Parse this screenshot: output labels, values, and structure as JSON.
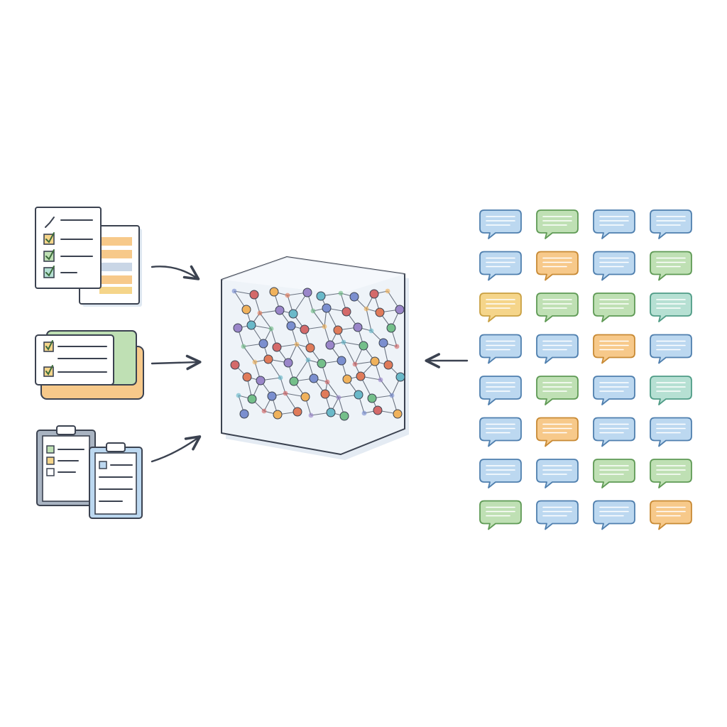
{
  "colors": {
    "ink": "#3b4250",
    "blue_fill": "#bcd8f0",
    "blue_stroke": "#4f7fae",
    "green_fill": "#bfe0b4",
    "green_stroke": "#5f9a55",
    "orange_fill": "#f7c98a",
    "orange_stroke": "#c88a35",
    "yellow_fill": "#f5d58a",
    "yellow_stroke": "#c9a042",
    "teal_fill": "#b6e0d3",
    "teal_stroke": "#4f9c86",
    "paper": "#ffffff",
    "cube_fill": "#eef3f8",
    "node_colors": [
      "#7b8fcf",
      "#e07b5a",
      "#74bf8a",
      "#f0b25c",
      "#6ab9c9",
      "#d46a6a",
      "#9a86c9"
    ]
  },
  "diagram": {
    "left_inputs": [
      {
        "kind": "checklist-stack",
        "icon": "document-checklist-icon"
      },
      {
        "kind": "card-stack",
        "icon": "form-card-icon"
      },
      {
        "kind": "clipboard-pair",
        "icon": "clipboard-icon"
      }
    ],
    "center": {
      "kind": "network-cube",
      "icon": "neural-network-cube-icon"
    },
    "right_inputs": {
      "kind": "message-grid",
      "rows": [
        [
          "blue",
          "green",
          "blue",
          "blue"
        ],
        [
          "blue",
          "orange",
          "blue",
          "green"
        ],
        [
          "yellow",
          "green",
          "green",
          "teal"
        ],
        [
          "blue",
          "blue",
          "orange",
          "blue"
        ],
        [
          "blue",
          "green",
          "blue",
          "teal"
        ],
        [
          "blue",
          "orange",
          "blue",
          "blue"
        ],
        [
          "blue",
          "blue",
          "green",
          "green"
        ],
        [
          "green",
          "blue",
          "blue",
          "orange"
        ]
      ]
    }
  }
}
